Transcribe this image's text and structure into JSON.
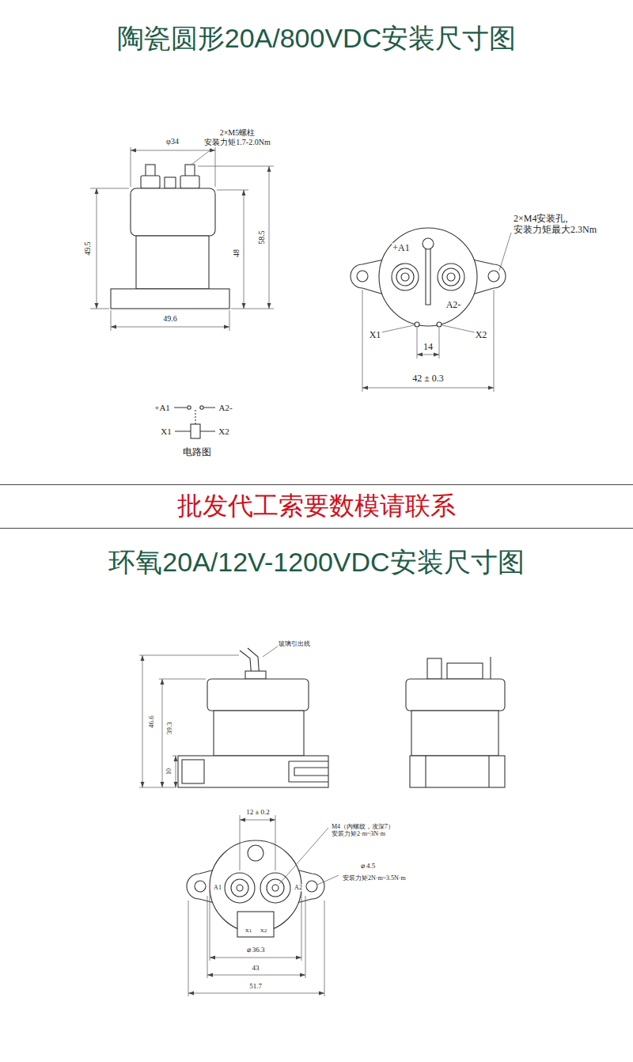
{
  "diagram": {
    "title": "陶瓷圆形20A/800VDC安装尺寸图",
    "nodes": [
      {
        "text": [
          "批发代工索要数模请联系"
        ]
      }
    ],
    "labels": [
      "环氧20A/12V-1200VDC安装尺寸图",
      "φ34",
      "2×M5螺柱 安装力矩1.7-2.0Nm",
      "49.5",
      "48",
      "58.5",
      "49.6",
      "2×M4安装孔, 安装力矩最大2.3Nm",
      "+A1",
      "A2-",
      "X1",
      "X2",
      "14",
      "42 ± 0.3",
      "+A1",
      "A2-",
      "X1",
      "X2",
      "电路图",
      "玻璃引出线",
      "46.6",
      "39.3",
      "10",
      "12 ± 0.2",
      "M4（内螺纹，攻深7） 安装力矩2·m~3N·m",
      "⌀ 4.5",
      "安装力矩2N·m~3.5N·m",
      "A1",
      "A2",
      "X1",
      "X2",
      "⌀ 36.3",
      "43",
      "51.7"
    ]
  }
}
